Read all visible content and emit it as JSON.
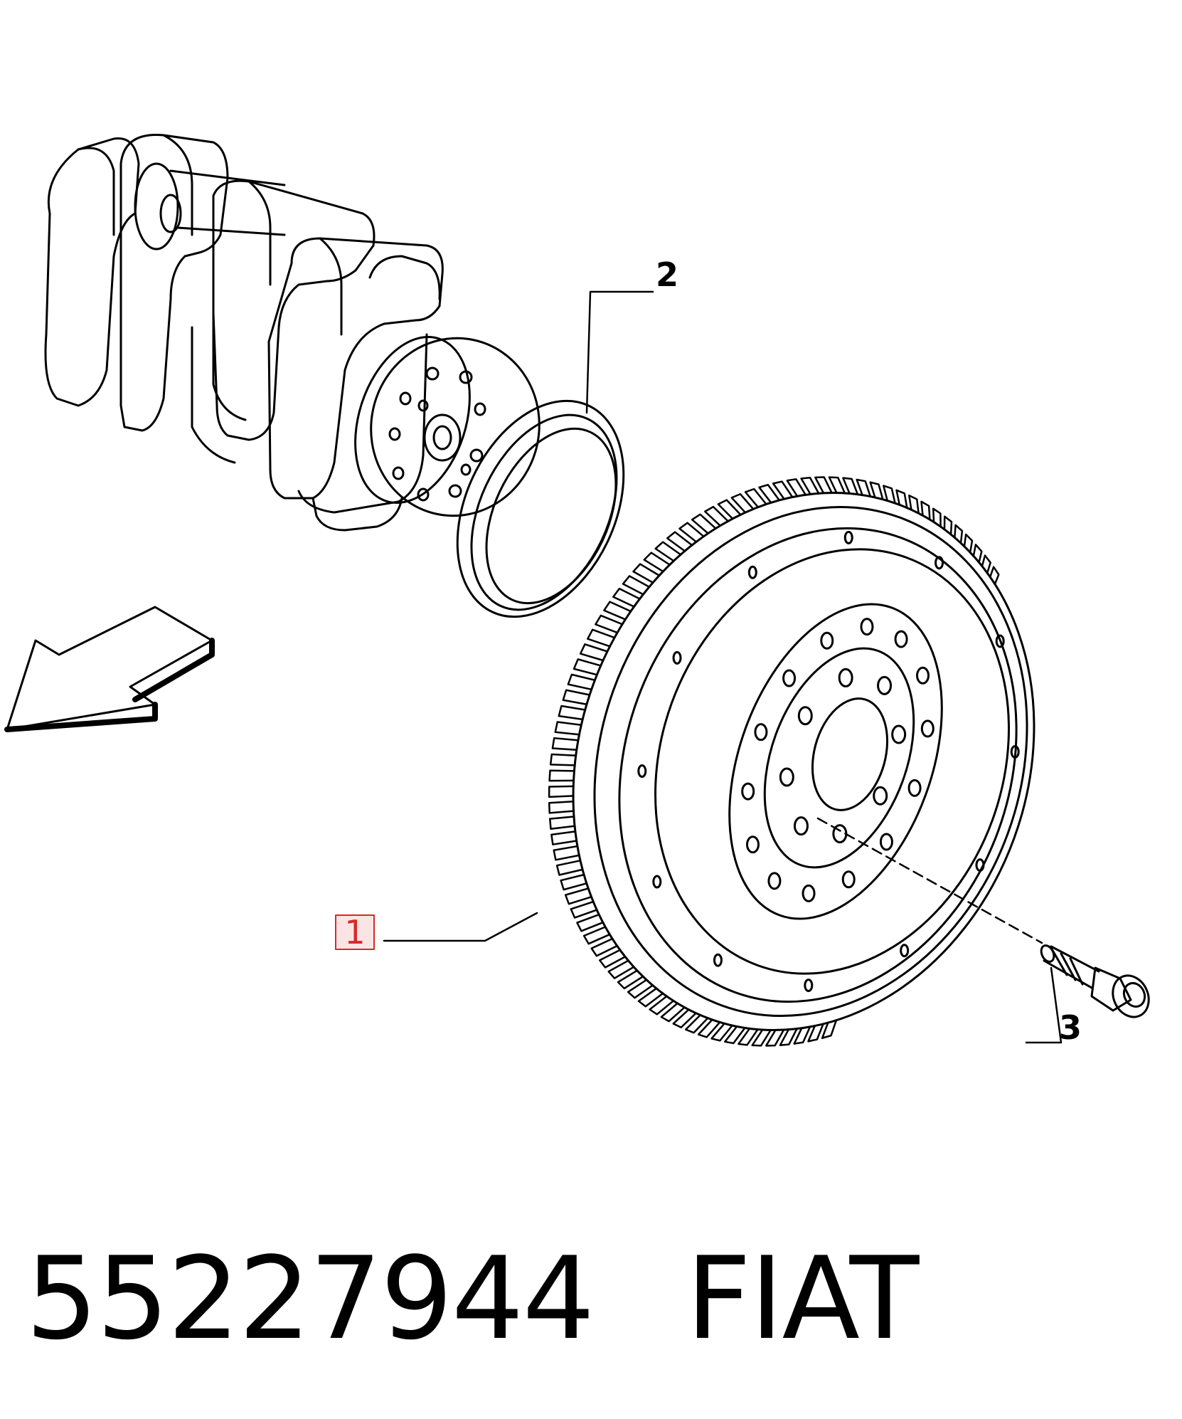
{
  "diagram": {
    "callouts": [
      {
        "label": "1",
        "part": "flywheel",
        "selected": true
      },
      {
        "label": "2",
        "part": "seal-ring",
        "selected": false
      },
      {
        "label": "3",
        "part": "bolt",
        "selected": false
      }
    ],
    "highlight_color": "#d62a2a",
    "highlight_fill": "#fbe4e4"
  },
  "footer": {
    "part_number": "55227944",
    "brand": "FIAT"
  }
}
